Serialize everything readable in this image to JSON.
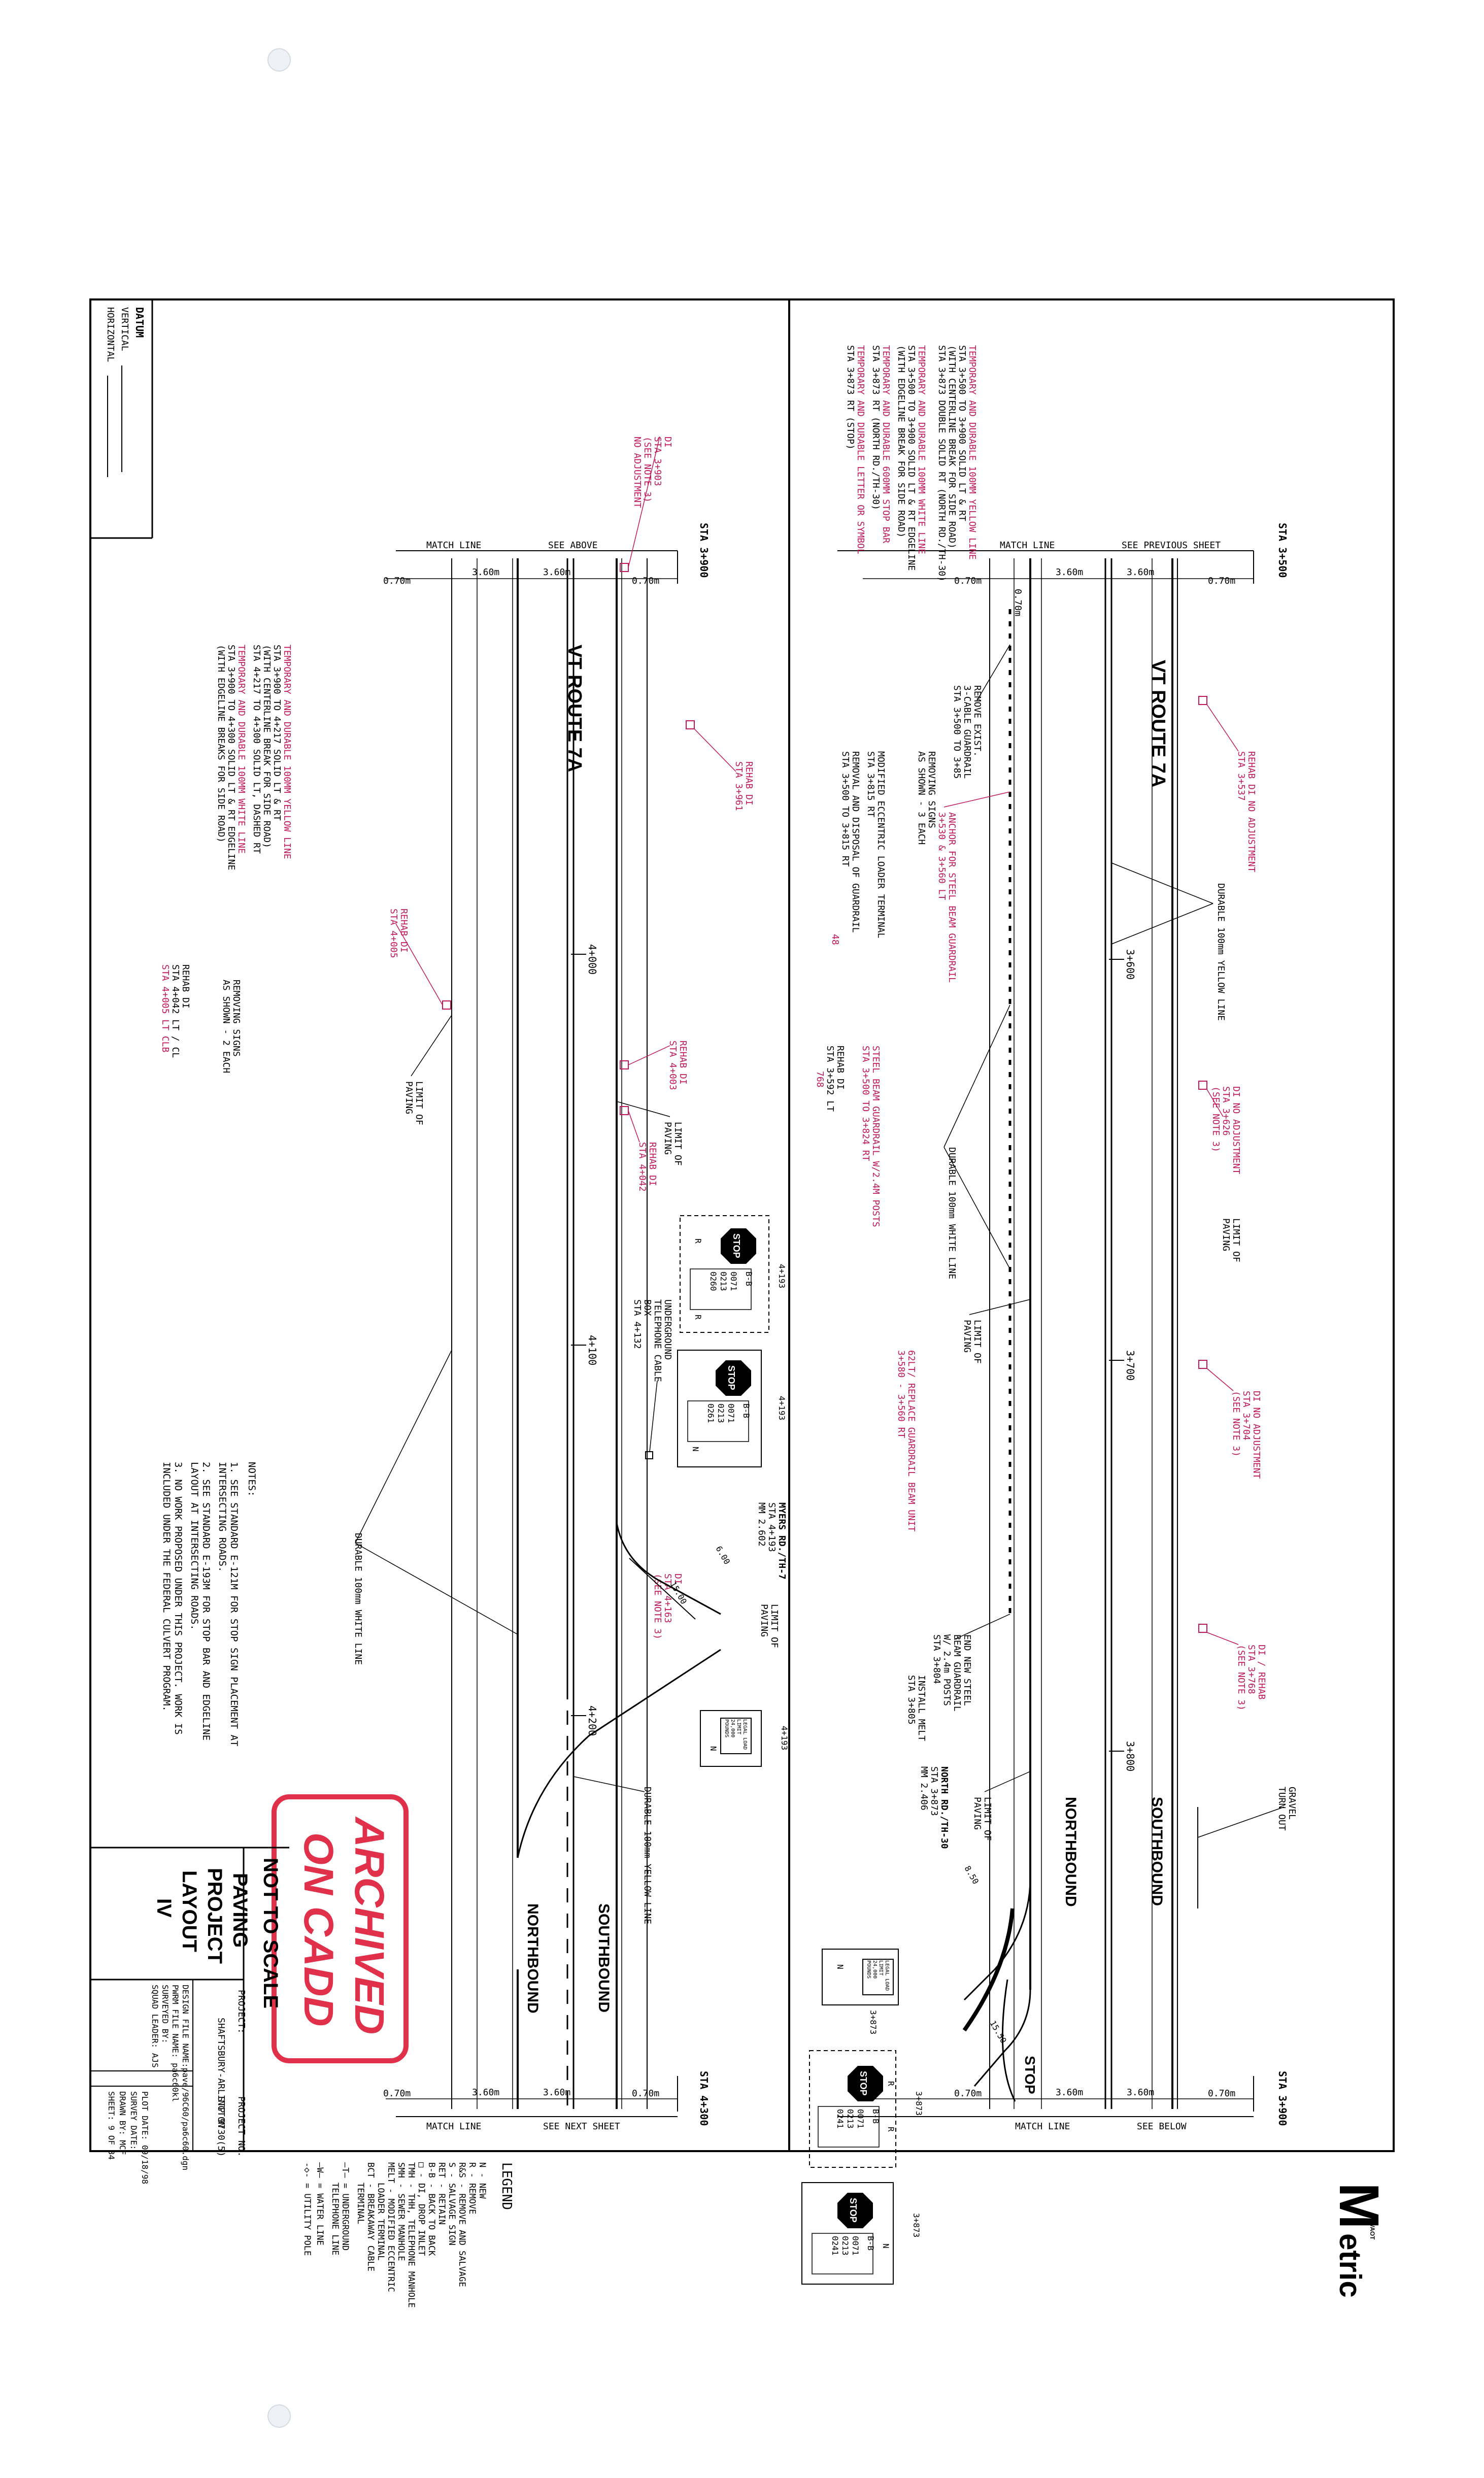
{
  "title_block": {
    "project_title_lines": [
      "PAVING",
      "PROJECT",
      "LAYOUT",
      "IV"
    ],
    "not_to_scale": "NOT TO SCALE",
    "project_label": "PROJECT:",
    "project_name": "SHAFTSBURY-ARLINGTON",
    "project_no_label": "PROJECT NO.",
    "project_no": "STP 9730(5)",
    "design_file": "DESIGN FILE NAME:pave/96C60/pa6c60.dgn",
    "pwrm_file": "PWRM FILE NAME: pa6c60kl",
    "surveyed_by": "SURVEYED BY:",
    "squad_leader": "SQUAD LEADER: AJS",
    "plot_date": "PLOT DATE: 09/18/98",
    "survey_date": "SURVEY DATE:",
    "drawn_by": "DRAWN BY: MCF",
    "sheet": "SHEET:  9  OF  34"
  },
  "stamp": {
    "line1": "ARCHIVED",
    "line2": "ON CADD"
  },
  "logo": {
    "mark": "M",
    "text": "etric",
    "small": "VAOT"
  },
  "datum": {
    "title": "DATUM",
    "vertical": "VERTICAL",
    "horizontal": "HORIZONTAL"
  },
  "legend": {
    "title": "LEGEND",
    "items": [
      "N - NEW",
      "R - REMOVE",
      "R&S - REMOVE AND SALVAGE",
      "S - SALVAGE SIGN",
      "RET - RETAIN",
      "B-B - BACK TO BACK",
      "□ - DI, DROP INLET",
      "TMH - THH, TELEPHONE MANHOLE",
      "SMH - SEWER MANHOLE",
      "MELT - MODIFIED ECCENTRIC",
      "LOADER TERMINAL",
      "BCT - BREAKAWAY CABLE",
      "TERMINAL",
      "—T— = UNDERGROUND",
      "TELEPHONE LINE",
      "—W— = WATER LINE",
      "-◇- = UTILITY POLE"
    ]
  },
  "notes": {
    "title": "NOTES:",
    "lines": [
      "1. SEE STANDARD E-121M FOR STOP SIGN PLACEMENT AT",
      "   INTERSECTING ROADS.",
      "2. SEE STANDARD E-193M FOR STOP BAR AND EDGELINE",
      "   LAYOUT AT INTERSECTING ROADS.",
      "3. NO WORK PROPOSED UNDER THIS PROJECT. WORK IS",
      "   INCLUDED UNDER THE FEDERAL CULVERT PROGRAM."
    ]
  },
  "upper": {
    "sta_left": "STA 3+500",
    "sta_right": "STA 3+900",
    "match_tl": "MATCH LINE",
    "see_tl": "SEE PREVIOUS SHEET",
    "match_tr": "MATCH LINE",
    "see_tr": "SEE BELOW",
    "route": "VT ROUTE 7A",
    "northbound": "NORTHBOUND",
    "southbound": "SOUTHBOUND",
    "stations": [
      "3+600",
      "3+700",
      "3+800"
    ],
    "offset": "0.70m",
    "lane_width": "3.60m",
    "notes_block": [
      "TEMPORARY AND DURABLE 100MM YELLOW LINE",
      "STA 3+500 TO 3+900 SOLID LT & RT",
      "(WITH CENTERLINE BREAK FOR SIDE ROAD)",
      "STA 3+873 DOUBLE SOLID RT (NORTH RD./TH-30)",
      "TEMPORARY AND DURABLE 100MM WHITE LINE",
      "STA 3+500 TO 3+900 SOLID LT & RT EDGELINE",
      "(WITH EDGELINE BREAK FOR SIDE ROAD)",
      "TEMPORARY AND DURABLE 600MM STOP BAR",
      "STA 3+873 RT (NORTH RD./TH-30)",
      "TEMPORARY AND DURABLE LETTER OR SYMBOL",
      "STA 3+873 RT (STOP)"
    ],
    "remove_guardrail": [
      "REMOVE EXIST.",
      "3-CABLE GUARDRAIL",
      "STA 3+500 TO 3+85"
    ],
    "removing_signs": [
      "REMOVING SIGNS",
      "AS SHOWN - 3 EACH"
    ],
    "melt": "MODIFIED ECCENTRIC LOADER TERMINAL",
    "melt_sta": "STA 3+815 RT",
    "removal_guardrail": "REMOVAL AND DISPOSAL OF GUARDRAIL",
    "removal_sta": "STA 3+500 TO 3+815 RT",
    "removal_qty": "48",
    "anchor": "ANCHOR FOR STEEL BEAM GUARDRAIL",
    "anchor_sta": "3+530 & 3+560 LT",
    "steel_beam": "STEEL BEAM GUARDRAIL W/2.4M POSTS",
    "steel_sta": "STA 3+500 TO 3+824 RT",
    "rehab_di": "REHAB DI",
    "rehab_sta": "STA 3+592 LT",
    "qty_768": "768",
    "replace_guardrail": "62LT/ REPLACE GUARDRAIL BEAM UNIT",
    "replace_sta": "3+580 - 3+560 RT",
    "rehab_no_adj": "REHAB DI NO ADJUSTMENT",
    "rehab_no_adj_sta": "STA 3+537",
    "di_no_adj_1": "DI NO ADJUSTMENT",
    "di_no_adj_1_sta": "STA 3+626",
    "see_note_3": "(SEE NOTE 3)",
    "di_no_adj_2": "DI NO ADJUSTMENT",
    "di_no_adj_2_sta": "STA 3+704",
    "di_rehab": "DI / REHAB",
    "di_rehab_sta": "STA 3+768",
    "durable_yellow": "DURABLE 100mm YELLOW LINE",
    "durable_white": "DURABLE 100mm WHITE LINE",
    "limit_paving": [
      "LIMIT OF",
      "PAVING"
    ],
    "end_steel": [
      "END NEW STEEL",
      "BEAM GUARDRAIL",
      "W/ 2.4m POSTS",
      "STA 3+804"
    ],
    "install_melt": [
      "INSTALL MELT",
      "STA 3+805"
    ],
    "gravel": [
      "GRAVEL",
      "TURN OUT"
    ],
    "north_rd": "NORTH RD./TH-30",
    "north_sta": "STA 3+873",
    "north_mm": "MM 2.406",
    "sta_3873": "3+873",
    "stop": "STOP",
    "bb": "B-B",
    "sign_codes": [
      "0071",
      "0213",
      "0241"
    ],
    "weight_sign": [
      "LEGAL LOAD",
      "LIMIT",
      "24,000",
      "POUNDS"
    ],
    "n": "N",
    "r": "R",
    "dim_15": "15.50",
    "dim_8": "8.50"
  },
  "lower": {
    "sta_left": "STA 3+900",
    "sta_right": "STA 4+300",
    "match_tl": "MATCH LINE",
    "see_tl": "SEE ABOVE",
    "match_tr": "MATCH LINE",
    "see_tr": "SEE NEXT SHEET",
    "route": "VT ROUTE 7A",
    "northbound": "NORTHBOUND",
    "southbound": "SOUTHBOUND",
    "stations": [
      "4+000",
      "4+100",
      "4+200"
    ],
    "offset": "0.70m",
    "lane_width": "3.60m",
    "notes_block": [
      "TEMPORARY AND DURABLE 100MM YELLOW LINE",
      "STA 3+900 TO 4+217 SOLID LT & RT",
      "(WITH CENTERLINE BREAK FOR SIDE ROAD)",
      "STA 4+217 TO 4+300 SOLID LT, DASHED RT",
      "TEMPORARY AND DURABLE 100MM WHITE LINE",
      "STA 3+900 TO 4+300 SOLID LT & RT EDGELINE",
      "(WITH EDGELINE BREAKS FOR SIDE ROAD)"
    ],
    "di_903": [
      "DI",
      "STA 3+903",
      "(SEE NOTE 3)",
      "NO ADJUSTMENT"
    ],
    "rehab_961": [
      "REHAB DI",
      "STA 3+961"
    ],
    "rehab_005": [
      "REHAB DI",
      "STA 4+005"
    ],
    "removing_signs": [
      "REMOVING SIGNS",
      "AS SHOWN - 2 EACH"
    ],
    "rehab_042": [
      "REHAB DI",
      "STA 4+042 LT / CL",
      "STA 4+005 LT CLB"
    ],
    "rehab_003": [
      "REHAB DI",
      "STA 4+003"
    ],
    "rehab_042b": [
      "REHAB DI",
      "STA 4+042"
    ],
    "limit_paving": [
      "LIMIT OF",
      "PAVING"
    ],
    "tel_box": [
      "UNDERGROUND",
      "TELEPHONE CABLE",
      "BOX",
      "STA 4+132"
    ],
    "myers_rd": "MYERS RD./TH-7",
    "myers_sta": "STA 4+193",
    "myers_mm": "MM 2.602",
    "sta_4193": "4+193",
    "di_163": [
      "DI",
      "STA 4+163",
      "(SEE NOTE 3)"
    ],
    "durable_white": "DURABLE 100mm WHITE LINE",
    "durable_yellow": "DURABLE 100mm YELLOW LINE",
    "stop": "STOP",
    "bb": "B-B",
    "sign_codes_a": [
      "0071",
      "0213",
      "0260"
    ],
    "sign_codes_b": [
      "0071",
      "0213",
      "0261"
    ],
    "weight_sign": [
      "LEGAL LOAD",
      "LIMIT",
      "24,000",
      "POUNDS"
    ],
    "n": "N",
    "r": "R",
    "dim_6": "6.00",
    "dim_15": "15.00"
  }
}
